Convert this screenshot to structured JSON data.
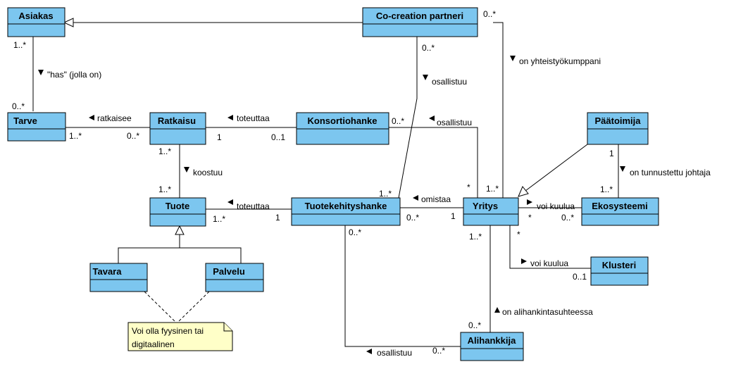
{
  "classes": {
    "asiakas": "Asiakas",
    "cocreation": "Co-creation partneri",
    "tarve": "Tarve",
    "ratkaisu": "Ratkaisu",
    "konsortiohanke": "Konsortiohanke",
    "paatoimija": "Päätoimija",
    "tuote": "Tuote",
    "tuotekehityshanke": "Tuotekehityshanke",
    "yritys": "Yritys",
    "ekosysteemi": "Ekosysteemi",
    "tavara": "Tavara",
    "palvelu": "Palvelu",
    "klusteri": "Klusteri",
    "alihankkija": "Alihankkija"
  },
  "associations": {
    "has": "\"has\" (jolla on)",
    "ratkaisee": "ratkaisee",
    "toteuttaa_ratkaisu": "toteuttaa",
    "osallistuu_konsortio": "osallistuu",
    "osallistuu_cocreation": "osallistuu",
    "on_yhteistyokumppani": "on yhteistyökumppani",
    "koostuu": "koostuu",
    "toteuttaa_tuote": "toteuttaa",
    "omistaa": "omistaa",
    "voi_kuulua_eko": "voi kuulua",
    "on_tunnustettu_johtaja": "on tunnustettu johtaja",
    "voi_kuulua_klusteri": "voi kuulua",
    "on_alihankintasuhteessa": "on alihankintasuhteessa",
    "osallistuu_alihankkija": "osallistuu"
  },
  "multiplicities": {
    "asiakas_tarve_a": "1..*",
    "asiakas_tarve_t": "0..*",
    "tarve_ratkaisu_t": "1..*",
    "tarve_ratkaisu_r": "0..*",
    "ratkaisu_konsortio_r": "1",
    "ratkaisu_konsortio_k": "0..1",
    "konsortio_yritys_k": "0..*",
    "konsortio_yritys_y": "*",
    "cocreation_yritys_c": "0..*",
    "cocreation_yritys_y": "1..*",
    "cocreation_tkh_c": "0..*",
    "cocreation_tkh_t": "1..*",
    "ratkaisu_tuote_r": "1..*",
    "ratkaisu_tuote_t": "1..*",
    "tuote_tkh_t": "1..*",
    "tuote_tkh_h": "1",
    "tkh_yritys_h": "0..*",
    "tkh_yritys_y": "1",
    "yritys_eko_y": "*",
    "yritys_eko_e": "0..*",
    "paatoimija_eko_p": "1",
    "paatoimija_eko_e": "1..*",
    "yritys_klusteri_y": "*",
    "yritys_klusteri_k": "0..1",
    "yritys_alih_y": "1..*",
    "yritys_alih_a": "0..*",
    "tkh_alih_h": "0..*",
    "tkh_alih_a": "0..*"
  },
  "note": {
    "line1": "Voi olla fyysinen tai",
    "line2": "digitaalinen"
  }
}
